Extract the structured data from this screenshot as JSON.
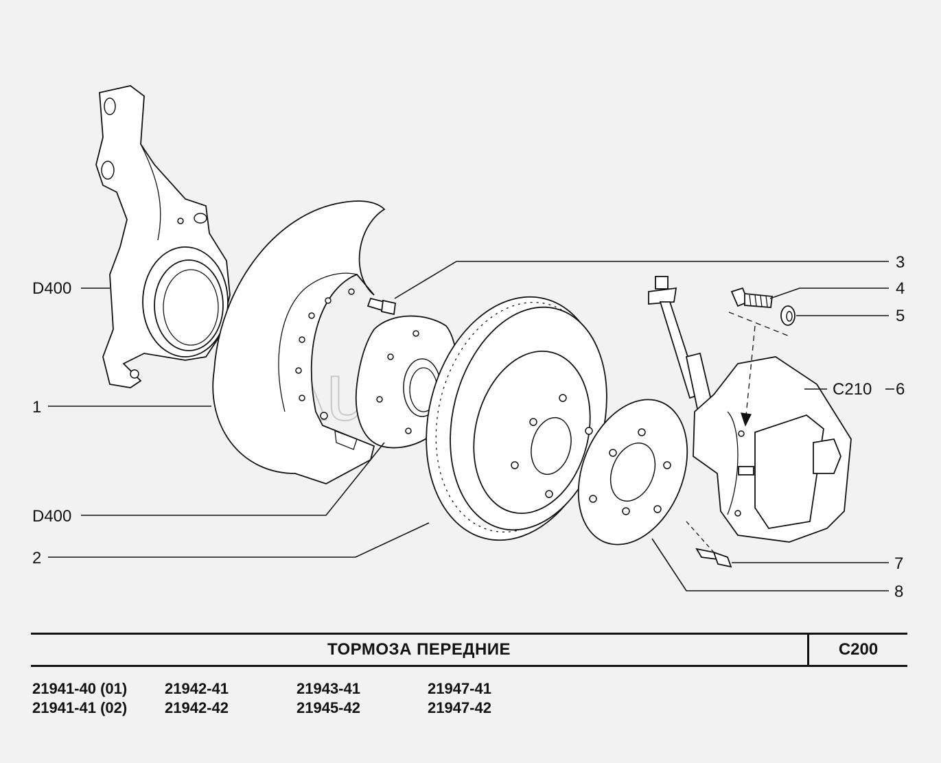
{
  "watermark": "AutoSoft",
  "labels": {
    "d400_top": "D400",
    "part_1": "1",
    "d400_bottom": "D400",
    "part_2": "2",
    "part_3": "3",
    "part_4": "4",
    "part_5": "5",
    "caliper_ref": "C210",
    "part_6": "6",
    "part_7": "7",
    "part_8": "8"
  },
  "title": "ТОРМОЗА   ПЕРЕДНИЕ",
  "section_code": "C200",
  "models": [
    "21941-40 (01)",
    "21942-41",
    "21943-41",
    "21947-41",
    "21941-41 (02)",
    "21942-42",
    "21945-42",
    "21947-42"
  ],
  "colors": {
    "background": "#f2f2f2",
    "ink": "#111111",
    "watermark": "#c8c8c8"
  }
}
